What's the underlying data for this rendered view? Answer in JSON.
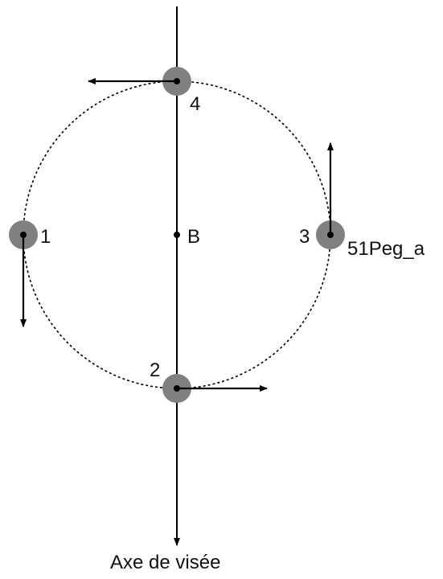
{
  "diagram": {
    "positions": [
      {
        "id": "1",
        "label": "1"
      },
      {
        "id": "2",
        "label": "2"
      },
      {
        "id": "3",
        "label": "3"
      },
      {
        "id": "4",
        "label": "4"
      }
    ],
    "barycenter_label": "B",
    "planet_label": "51Peg_a",
    "axis_label": "Axe de visée",
    "colors": {
      "line": "#000000",
      "planet_disc": "#808080",
      "orbit": "#000000",
      "text": "#111111"
    }
  }
}
